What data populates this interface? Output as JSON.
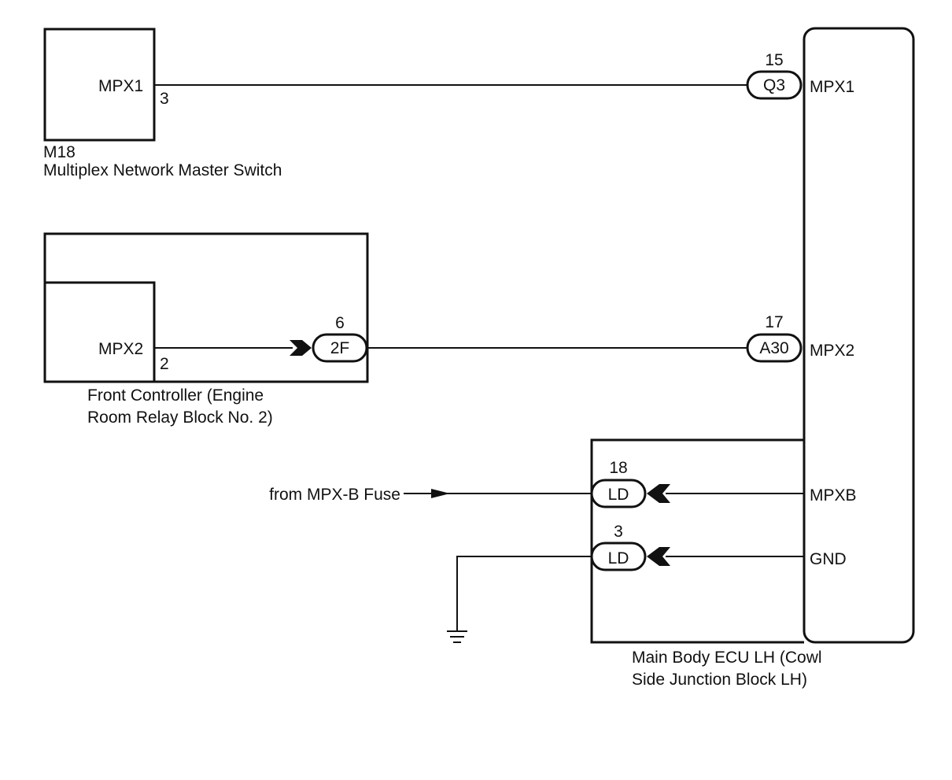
{
  "components": {
    "master_switch": {
      "pin_label": "MPX1",
      "pin_number": "3",
      "code": "M18",
      "name": "Multiplex Network Master Switch"
    },
    "front_controller": {
      "pin_label": "MPX2",
      "pin_number": "2",
      "name_line1": "Front Controller (Engine",
      "name_line2": "Room Relay Block No. 2)"
    },
    "main_body_ecu": {
      "pins": {
        "mpx1": "MPX1",
        "mpx2": "MPX2",
        "mpxb": "MPXB",
        "gnd": "GND"
      },
      "name_line1": "Main Body ECU LH (Cowl",
      "name_line2": "Side Junction Block LH)"
    }
  },
  "connectors": {
    "q3": {
      "code": "Q3",
      "pin": "15"
    },
    "c2f": {
      "code": "2F",
      "pin": "6"
    },
    "a30": {
      "code": "A30",
      "pin": "17"
    },
    "ld_mpxb": {
      "code": "LD",
      "pin": "18"
    },
    "ld_gnd": {
      "code": "LD",
      "pin": "3"
    }
  },
  "external": {
    "fuse_source": "from MPX-B Fuse"
  }
}
